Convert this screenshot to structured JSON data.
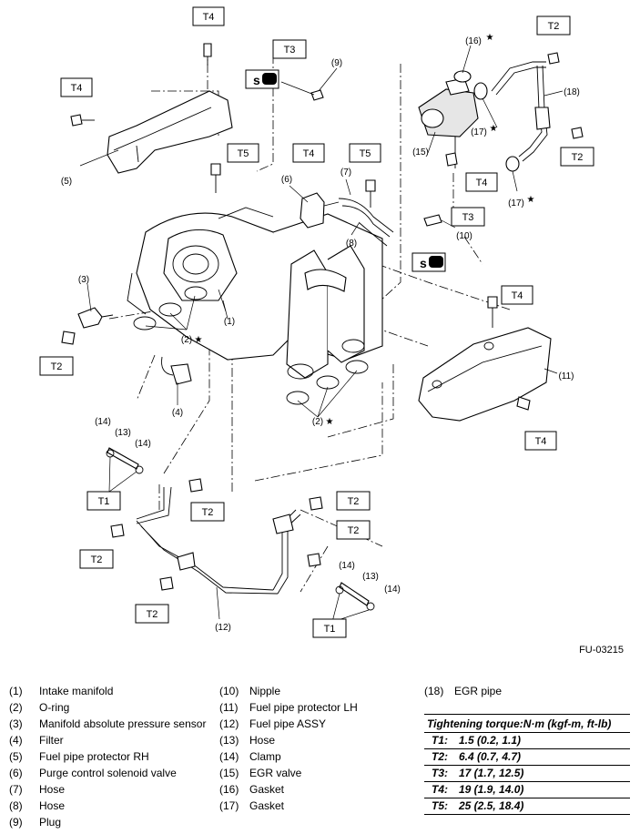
{
  "figure_code": "FU-03215",
  "callouts": {
    "c1": "(1)",
    "c2a": "(2)",
    "c2b": "(2)",
    "c3": "(3)",
    "c4": "(4)",
    "c5": "(5)",
    "c6": "(6)",
    "c7": "(7)",
    "c8": "(8)",
    "c9": "(9)",
    "c10": "(10)",
    "c11": "(11)",
    "c12": "(12)",
    "c13a": "(13)",
    "c13b": "(13)",
    "c14a": "(14)",
    "c14b": "(14)",
    "c14c": "(14)",
    "c14d": "(14)",
    "c15": "(15)",
    "c16": "(16)",
    "c17a": "(17)",
    "c17b": "(17)",
    "c18": "(18)"
  },
  "star": "★",
  "torque_tags": {
    "t1": "T1",
    "t2": "T2",
    "t3": "T3",
    "t4": "T4",
    "t5": "T5"
  },
  "legend": {
    "col1": [
      {
        "num": "(1)",
        "name": "Intake manifold"
      },
      {
        "num": "(2)",
        "name": "O-ring"
      },
      {
        "num": "(3)",
        "name": "Manifold absolute pressure sensor"
      },
      {
        "num": "(4)",
        "name": "Filter"
      },
      {
        "num": "(5)",
        "name": "Fuel pipe protector RH"
      },
      {
        "num": "(6)",
        "name": "Purge control solenoid valve"
      },
      {
        "num": "(7)",
        "name": "Hose"
      },
      {
        "num": "(8)",
        "name": "Hose"
      },
      {
        "num": "(9)",
        "name": "Plug"
      }
    ],
    "col2": [
      {
        "num": "(10)",
        "name": "Nipple"
      },
      {
        "num": "(11)",
        "name": "Fuel pipe protector LH"
      },
      {
        "num": "(12)",
        "name": "Fuel pipe ASSY"
      },
      {
        "num": "(13)",
        "name": "Hose"
      },
      {
        "num": "(14)",
        "name": "Clamp"
      },
      {
        "num": "(15)",
        "name": "EGR valve"
      },
      {
        "num": "(16)",
        "name": "Gasket"
      },
      {
        "num": "(17)",
        "name": "Gasket"
      }
    ],
    "col3": [
      {
        "num": "(18)",
        "name": "EGR pipe"
      }
    ]
  },
  "torque": {
    "title": "Tightening torque:N·m (kgf-m, ft-lb)",
    "rows": [
      {
        "key": "T1:",
        "value": "1.5 (0.2, 1.1)"
      },
      {
        "key": "T2:",
        "value": "6.4 (0.7, 4.7)"
      },
      {
        "key": "T3:",
        "value": "17 (1.7, 12.5)"
      },
      {
        "key": "T4:",
        "value": "19 (1.9, 14.0)"
      },
      {
        "key": "T5:",
        "value": "25 (2.5, 18.4)"
      }
    ]
  }
}
